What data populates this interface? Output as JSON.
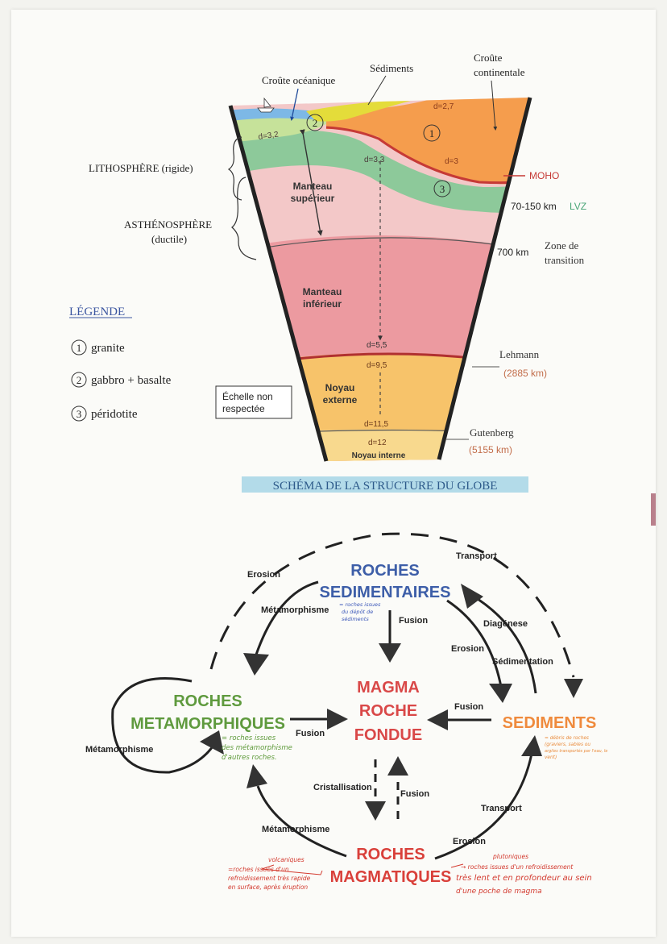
{
  "structure_diagram": {
    "labels": {
      "oceanic_crust": "Croûte océanique",
      "sediments": "Sédiments",
      "continental_crust_1": "Croûte",
      "continental_crust_2": "continentale",
      "lithosphere": "LITHOSPHÈRE (rigide)",
      "asthenosphere_1": "ASTHÉNOSPHÈRE",
      "asthenosphere_2": "(ductile)",
      "moho": "MOHO",
      "lvz_depth": "70-150 km",
      "lvz": "LVZ",
      "transition_depth": "700 km",
      "transition_1": "Zone de",
      "transition_2": "transition",
      "lehmann": "Lehmann",
      "lehmann_depth": "(2885 km)",
      "gutenberg": "Gutenberg",
      "gutenberg_depth": "(5155 km)",
      "upper_mantle_1": "Manteau",
      "upper_mantle_2": "supérieur",
      "lower_mantle_1": "Manteau",
      "lower_mantle_2": "inférieur",
      "outer_core_1": "Noyau",
      "outer_core_2": "externe",
      "inner_core": "Noyau interne",
      "scale_1": "Échelle non",
      "scale_2": "respectée"
    },
    "densities": {
      "d1": "d=2,7",
      "d2": "d=3,2",
      "d3": "d=3",
      "d4": "d=3,3",
      "d5": "d=5,5",
      "d6": "d=9,5",
      "d7": "d=11,5",
      "d8": "d=12"
    },
    "markers": {
      "m1": "1",
      "m2": "2",
      "m3": "3"
    },
    "legend": {
      "title": "LÉGENDE",
      "items": [
        {
          "num": "1",
          "label": "granite"
        },
        {
          "num": "2",
          "label": "gabbro + basalte"
        },
        {
          "num": "3",
          "label": "péridotite"
        }
      ]
    },
    "caption": "SCHÉMA DE LA STRUCTURE DU GLOBE"
  },
  "rock_cycle": {
    "nodes": {
      "sed_1": "ROCHES",
      "sed_2": "SEDIMENTAIRES",
      "meta_1": "ROCHES",
      "meta_2": "METAMORPHIQUES",
      "magma_1": "MAGMA",
      "magma_2": "ROCHE",
      "magma_3": "FONDUE",
      "sediments": "SEDIMENTS",
      "mag_1": "ROCHES",
      "mag_2": "MAGMATIQUES"
    },
    "processes": {
      "erosion_top": "Erosion",
      "transport_top": "Transport",
      "metamorphisme_top": "Métamorphisme",
      "fusion_sed": "Fusion",
      "diagenese": "Diagénese",
      "erosion_right": "Erosion",
      "sedimentation": "Sédimentation",
      "fusion_right": "Fusion",
      "fusion_left": "Fusion",
      "metamorphisme_self": "Métamorphisme",
      "cristallisation": "Cristallisation",
      "fusion_bottom": "Fusion",
      "transport_bottom": "Transport",
      "erosion_bottom": "Erosion",
      "metamorphisme_bottom": "Métamorphisme"
    },
    "notes": {
      "sed_1": "= roches issues",
      "sed_2": "du dépôt de",
      "sed_3": "sédiments",
      "meta_1": "= roches issues",
      "meta_2": "des métamorphisme",
      "meta_3": "d'autres roches.",
      "sediments_1": "= débris de roches",
      "sediments_2": "(graviers, sables ou",
      "sediments_3": "argiles transportés par l'eau, le",
      "sediments_4": "vent)",
      "volc_title": "volcaniques",
      "volc_1": "=roches issues d'un",
      "volc_2": "refroidissement très rapide",
      "volc_3": "en surface, après éruption",
      "plut_title": "plutoniques",
      "plut_1": "→ roches issues d'un refroidissement",
      "plut_2": "très lent et en profondeur au sein",
      "plut_3": "d'une poche de magma"
    },
    "colors": {
      "sedimentary": "#3d5ea8",
      "metamorphic": "#5f9a3e",
      "magma": "#d94848",
      "sediments": "#ef8a3c",
      "magmatic": "#d9403a",
      "note_blue": "#3a56b8",
      "note_green": "#5e9a3a",
      "note_orange": "#e98a3a",
      "note_red": "#d33a2f"
    }
  }
}
